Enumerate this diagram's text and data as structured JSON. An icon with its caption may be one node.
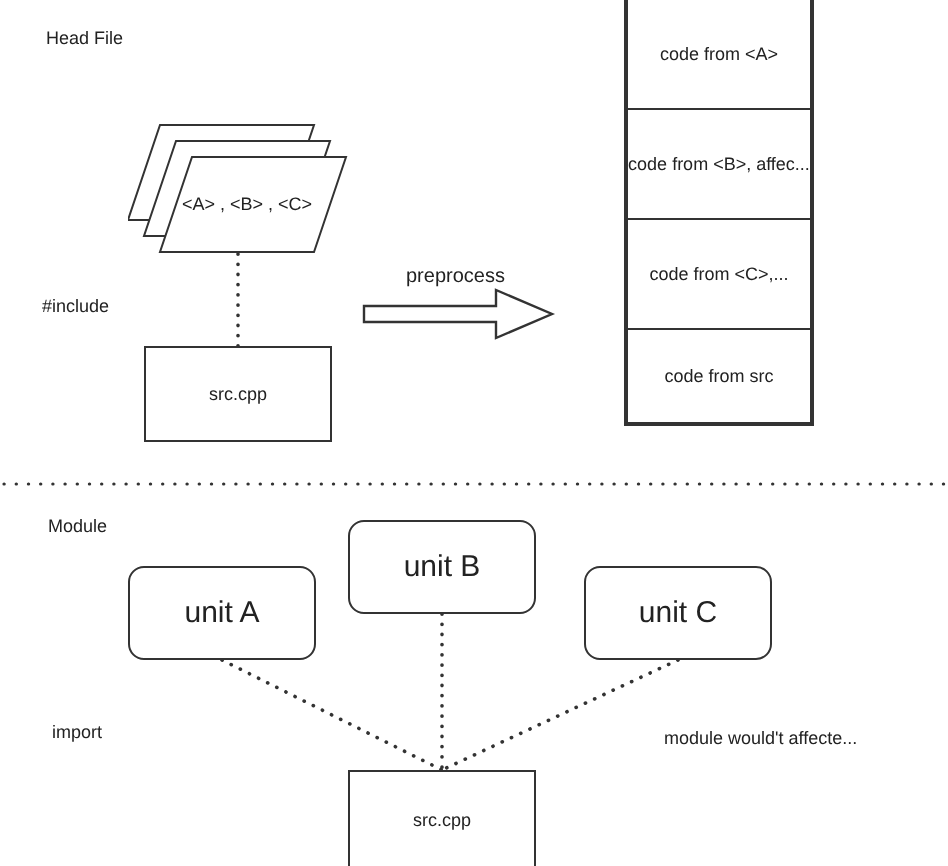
{
  "diagram": {
    "nodes": [
      {
        "text": [
          "<A> , <B> , <C>"
        ]
      },
      {
        "text": [
          "src.cpp"
        ]
      },
      {
        "text": [],
        "shape": "box"
      },
      {
        "text": [
          "code from <A>"
        ],
        "in": 2
      },
      {
        "text": [
          "code from <B>, affec..."
        ],
        "in": 2
      },
      {
        "text": [
          "code from <C>,..."
        ],
        "in": 2
      },
      {
        "text": [
          "code from src"
        ],
        "in": 2
      },
      {
        "text": [
          "unit A"
        ]
      },
      {
        "text": [
          "unit B"
        ]
      },
      {
        "text": [
          "unit C"
        ]
      },
      {
        "text": [
          "src.cpp"
        ]
      }
    ],
    "edges": [
      {
        "from": 0,
        "to": 1,
        "arrow": "none",
        "style": "dashed"
      },
      {
        "from": 1,
        "to": 2,
        "arrow": "to",
        "style": "thick",
        "label": "preprocess"
      },
      {
        "from": 7,
        "to": 10,
        "arrow": "none",
        "style": "dashed"
      },
      {
        "from": 8,
        "to": 10,
        "arrow": "none",
        "style": "dashed"
      },
      {
        "from": 9,
        "to": 10,
        "arrow": "none",
        "style": "dashed"
      }
    ],
    "labels": [
      "Head File",
      "#include",
      "Module",
      "import",
      "module would't affecte..."
    ]
  }
}
